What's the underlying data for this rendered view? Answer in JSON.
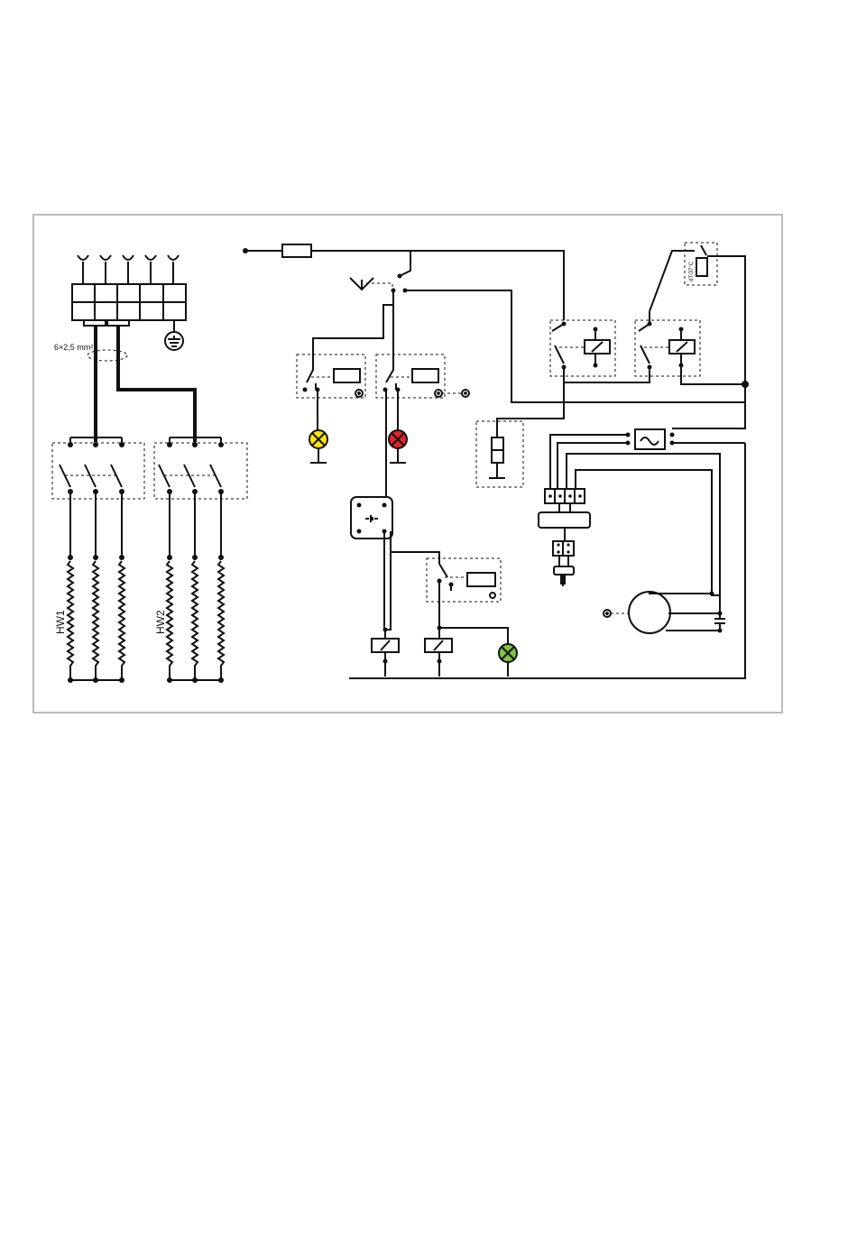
{
  "diagram": {
    "cable_label": "6×2,5 mm²",
    "heater_1_label": "HW1",
    "heater_2_label": "HW2",
    "thermostat_label": "dT/37°C"
  },
  "colors": {
    "frame": "#bbbbbb",
    "lamp_yellow": "#ffe600",
    "lamp_red": "#e8202a",
    "lamp_green": "#7fc241",
    "wire": "#111111"
  }
}
